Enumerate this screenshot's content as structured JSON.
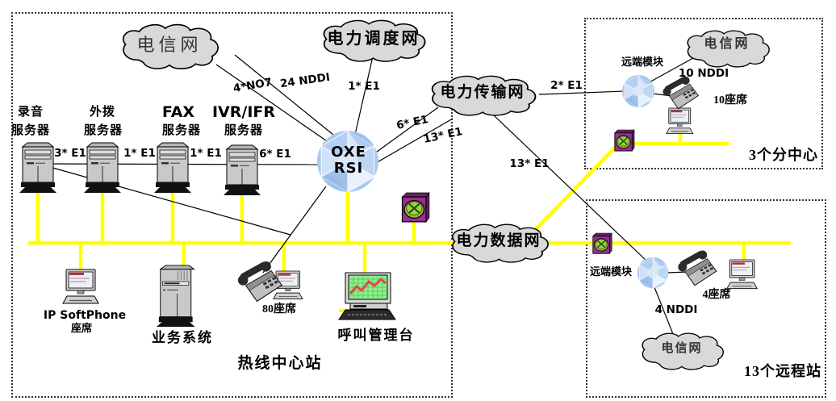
{
  "clouds": {
    "telecom_left": "电信网",
    "power_dispatch": "电力调度网",
    "power_transmission": "电力传输网",
    "power_data": "电力数据网",
    "telecom_branch": "电信网",
    "telecom_remote": "电信网"
  },
  "oxe": {
    "line1": "OXE",
    "line2": "RSI"
  },
  "links": {
    "no7": "4*NO7",
    "nddi24": "24 NDDI",
    "e1_dispatch": "1* E1",
    "e1_trans_a": "6* E1",
    "e1_trans_b": "13* E1",
    "e1_recording": "3* E1",
    "e1_outbound": "1* E1",
    "e1_fax": "1* E1",
    "e1_ivr": "6* E1",
    "e1_branch": "2* E1",
    "e1_remote": "13* E1",
    "nddi10": "10 NDDI",
    "nddi4": "4 NDDI"
  },
  "servers": {
    "recording": {
      "line1": "录音",
      "line2": "服务器"
    },
    "outbound": {
      "line1": "外拨",
      "line2": "服务器"
    },
    "fax": {
      "line1": "FAX",
      "line2": "服务器"
    },
    "ivr": {
      "line1": "IVR/IFR",
      "line2": "服务器"
    }
  },
  "center": {
    "title": "热线中心站",
    "ip_softphone_line1": "IP SoftPhone",
    "ip_softphone_line2": "座席",
    "business_system": "业务系统",
    "seats_80": "80座席",
    "call_console": "呼叫管理台"
  },
  "branch": {
    "title": "3个分中心",
    "remote_module": "远端模块",
    "seats": "10座席"
  },
  "remote": {
    "title": "13个远程站",
    "remote_module": "远端模块",
    "seats": "4座席"
  },
  "colors": {
    "lan_yellow": "#ffff00",
    "cloud_fill": "#d9d9d9",
    "node_blue": "#a9c9ee",
    "router_purple": "#9b2d96",
    "router_green": "#8fbb2c",
    "line_black": "#000000"
  }
}
